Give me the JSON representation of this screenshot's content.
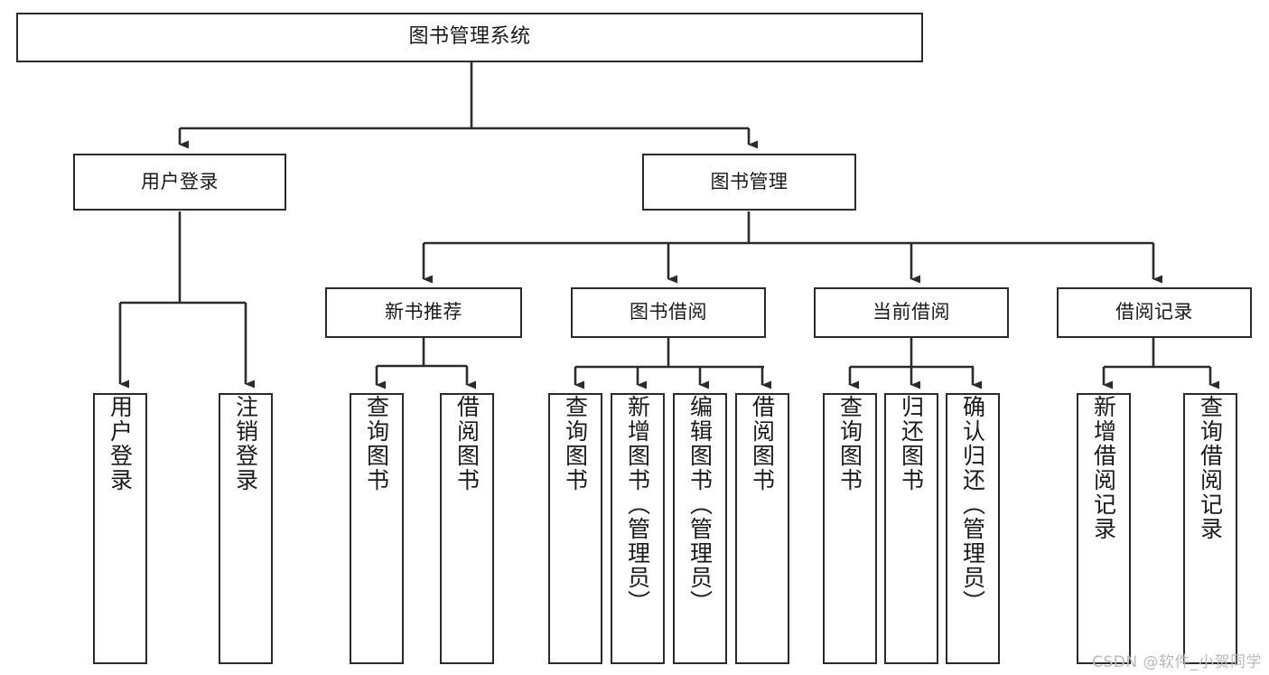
{
  "diagram": {
    "title": "图书管理系统",
    "type": "tree-hierarchy-chart",
    "stroke_color": "#2b2b2b",
    "background_color": "#ffffff",
    "text_color": "#1a1a1a"
  },
  "watermark": {
    "text": "CSDN @软件_小贺同学",
    "color": "#b9b9b9"
  },
  "nodes": {
    "root": {
      "label": "图书管理系统"
    },
    "level2": [
      {
        "label": "用户登录"
      },
      {
        "label": "图书管理"
      }
    ],
    "level3": [
      {
        "label": "新书推荐"
      },
      {
        "label": "图书借阅"
      },
      {
        "label": "当前借阅"
      },
      {
        "label": "借阅记录"
      }
    ],
    "leaves": {
      "user_login": [
        {
          "label": "用户登录"
        },
        {
          "label": "注销登录"
        }
      ],
      "new_book_recommend": [
        {
          "label": "查询图书"
        },
        {
          "label": "借阅图书"
        }
      ],
      "book_borrow": [
        {
          "label": "查询图书"
        },
        {
          "label": "新增图书（管理员）"
        },
        {
          "label": "编辑图书（管理员）"
        },
        {
          "label": "借阅图书"
        }
      ],
      "current_borrow": [
        {
          "label": "查询图书"
        },
        {
          "label": "归还图书"
        },
        {
          "label": "确认归还（管理员）"
        }
      ],
      "borrow_record": [
        {
          "label": "新增借阅记录"
        },
        {
          "label": "查询借阅记录"
        }
      ]
    }
  }
}
